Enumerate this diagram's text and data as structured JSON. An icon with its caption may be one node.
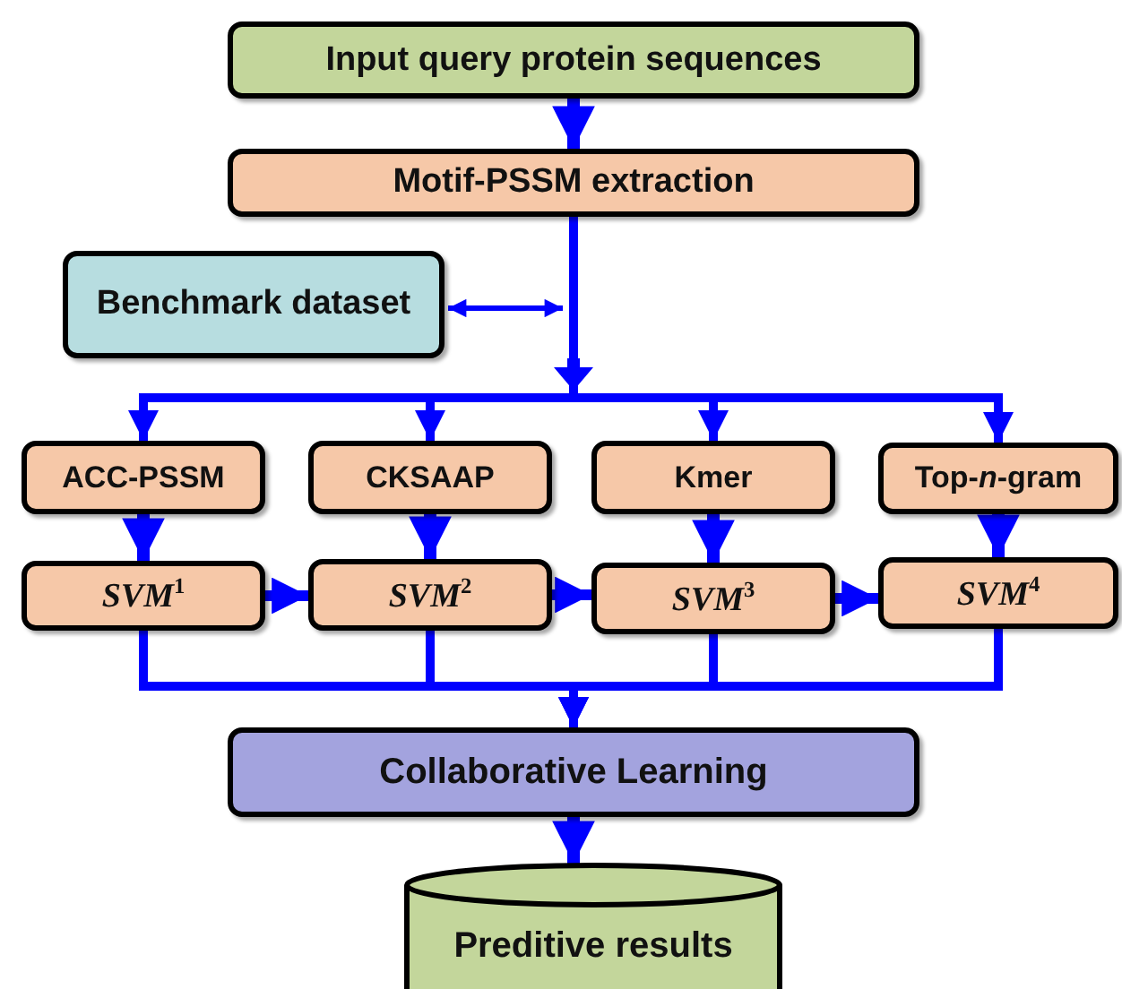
{
  "diagram": {
    "nodes": [
      {
        "text": [
          "Input query protein sequences"
        ]
      },
      {
        "text": [
          "Motif-PSSM extraction"
        ]
      },
      {
        "text": [
          "Benchmark dataset"
        ]
      },
      {
        "text": [
          "ACC-PSSM"
        ]
      },
      {
        "text": [
          "CKSAAP"
        ]
      },
      {
        "text": [
          "Kmer"
        ]
      },
      {
        "text": [
          "Top-*n*-gram"
        ]
      },
      {
        "text": [
          "SVM$^{1}$"
        ]
      },
      {
        "text": [
          "SVM$^{2}$"
        ]
      },
      {
        "text": [
          "SVM$^{3}$"
        ]
      },
      {
        "text": [
          "SVM$^{4}$"
        ]
      },
      {
        "text": [
          "Collaborative Learning"
        ]
      },
      {
        "text": [
          "Preditive results"
        ]
      }
    ],
    "edges": [
      {
        "from": 0,
        "to": 1,
        "arrow": "to"
      },
      {
        "from": 2,
        "to": null,
        "arrow": "both"
      },
      {
        "from": 1,
        "to": 3,
        "arrow": "to"
      },
      {
        "from": 1,
        "to": 4,
        "arrow": "to"
      },
      {
        "from": 1,
        "to": 5,
        "arrow": "to"
      },
      {
        "from": 1,
        "to": 6,
        "arrow": "to"
      },
      {
        "from": 3,
        "to": 7,
        "arrow": "to"
      },
      {
        "from": 4,
        "to": 8,
        "arrow": "to"
      },
      {
        "from": 5,
        "to": 9,
        "arrow": "to"
      },
      {
        "from": 6,
        "to": 10,
        "arrow": "to"
      },
      {
        "from": 7,
        "to": 8,
        "arrow": "to"
      },
      {
        "from": 8,
        "to": 9,
        "arrow": "to"
      },
      {
        "from": 9,
        "to": 10,
        "arrow": "to"
      },
      {
        "from": 7,
        "to": 11,
        "arrow": "to"
      },
      {
        "from": 8,
        "to": 11,
        "arrow": "to"
      },
      {
        "from": 9,
        "to": 11,
        "arrow": "to"
      },
      {
        "from": 10,
        "to": 11,
        "arrow": "to"
      },
      {
        "from": 11,
        "to": 12,
        "arrow": "to"
      }
    ]
  }
}
